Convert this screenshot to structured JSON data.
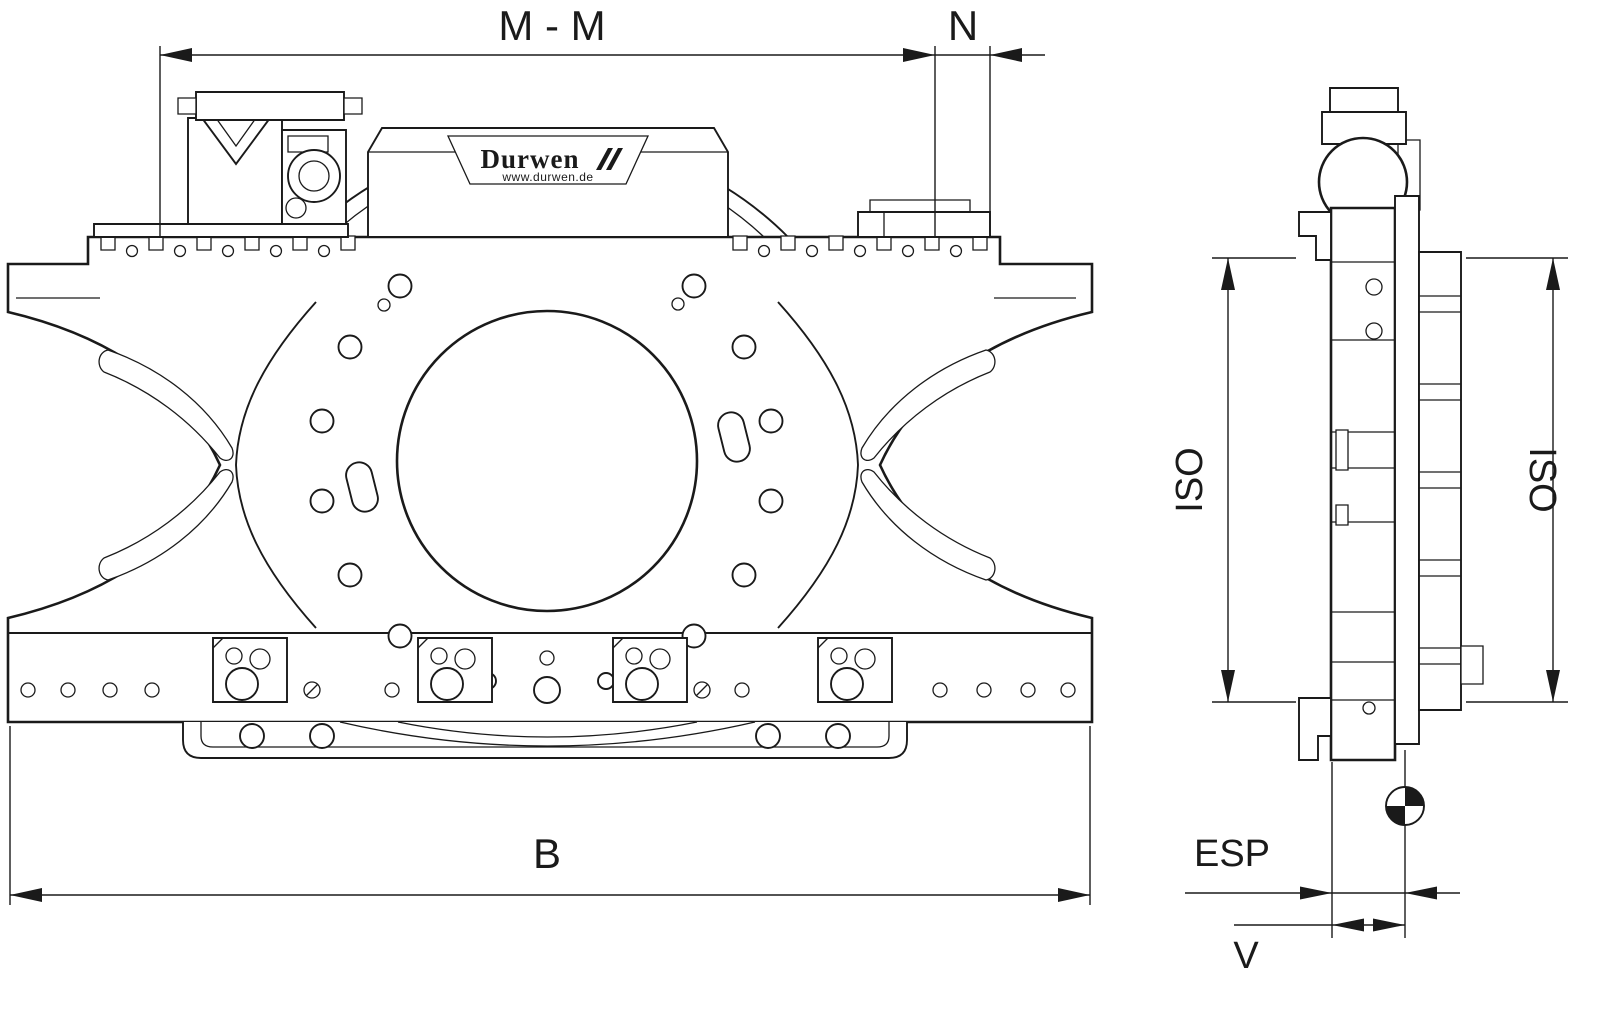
{
  "page": {
    "background": "#ffffff",
    "line_color": "#1a1a1a",
    "type": "technical-drawing"
  },
  "logo": {
    "brand": "Durwen",
    "website": "www.durwen.de"
  },
  "dimension_labels": {
    "m_m": "M - M",
    "n": "N",
    "b": "B",
    "iso_left": "ISO",
    "iso_right": "ISO",
    "esp": "ESP",
    "v": "V"
  }
}
